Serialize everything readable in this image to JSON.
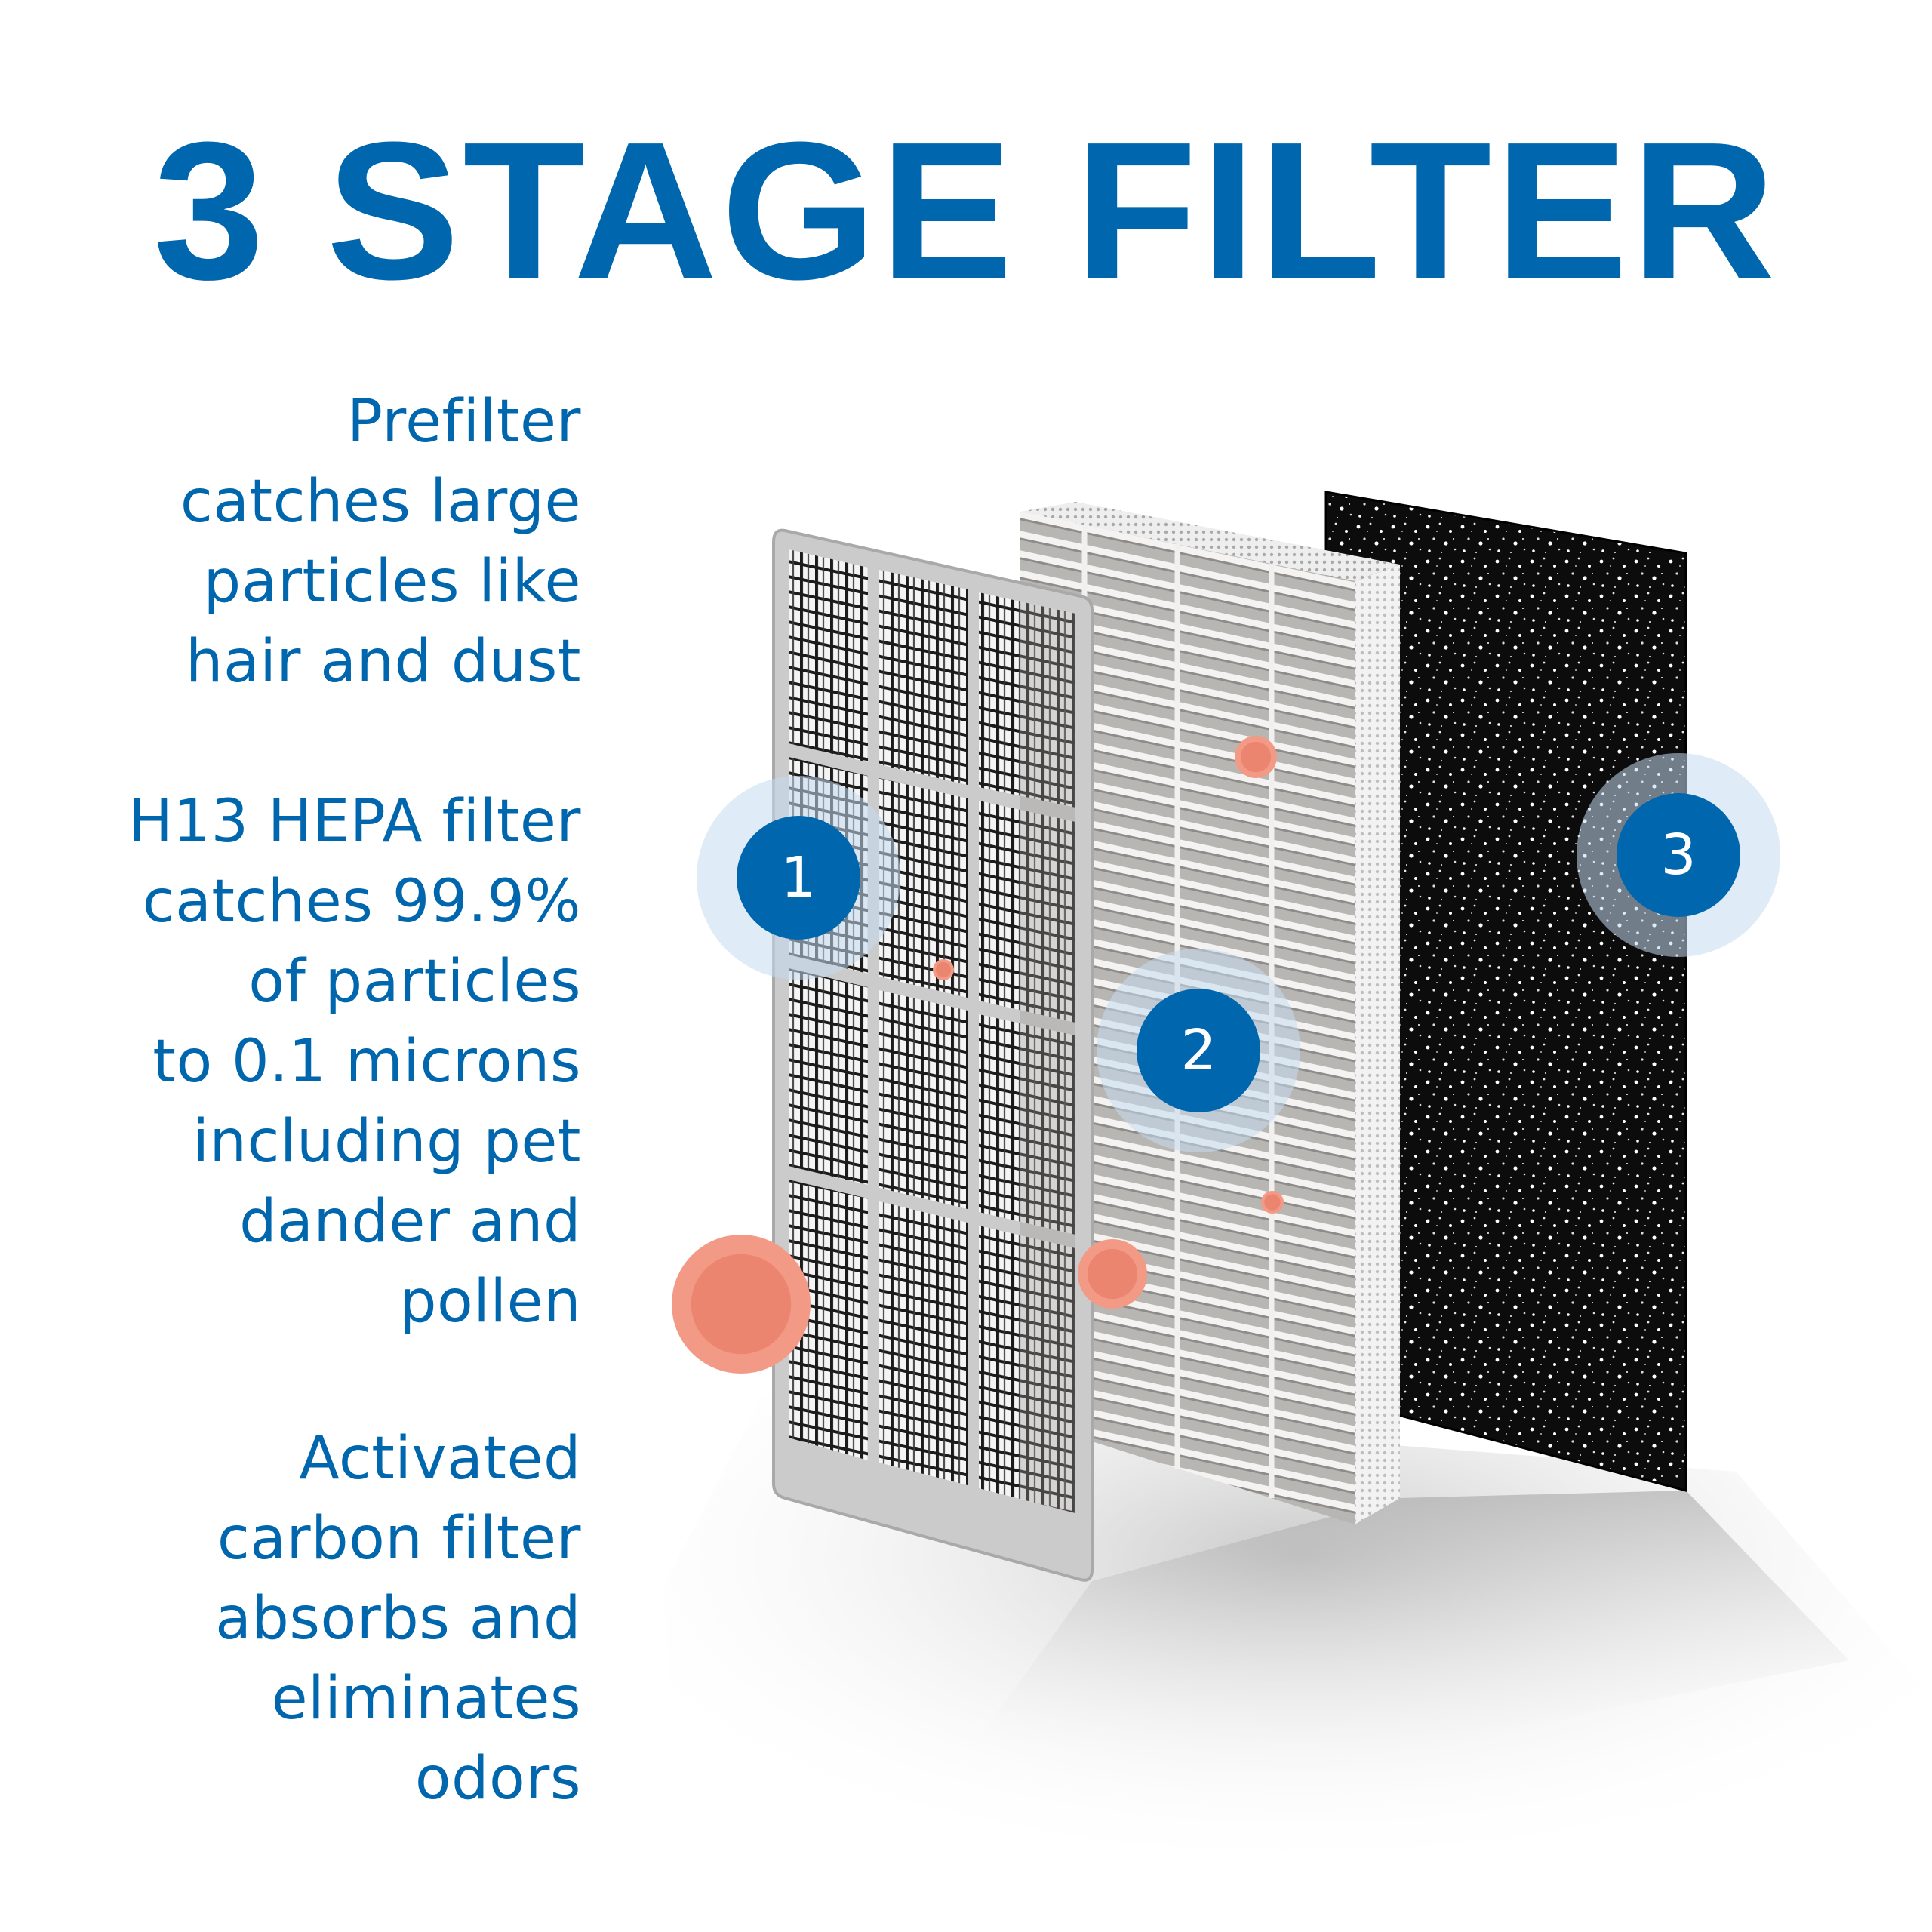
{
  "header": {
    "title": "3 STAGE FILTER"
  },
  "colors": {
    "brand_blue": "#0066ad",
    "halo_blue": "#c4daee",
    "prefilter_frame": "#c9c9c9",
    "hepa_media": "#d8d6d3",
    "carbon": "#0d0d0d",
    "pollen": "#f2907c",
    "background": "#ffffff"
  },
  "stages": [
    {
      "number": "1",
      "name": "Prefilter",
      "description_lines": [
        "Prefilter",
        "catches large",
        "particles like",
        "hair and dust"
      ]
    },
    {
      "number": "2",
      "name": "H13 HEPA filter",
      "description_lines": [
        "H13 HEPA filter",
        "catches 99.9%",
        "of particles",
        "to 0.1 microns",
        "including pet",
        "dander and",
        "pollen"
      ]
    },
    {
      "number": "3",
      "name": "Activated carbon filter",
      "description_lines": [
        "Activated",
        "carbon filter",
        "absorbs and",
        "eliminates",
        "odors"
      ]
    }
  ],
  "illustration": {
    "layers": [
      "prefilter-mesh-panel",
      "hepa-pleated-panel",
      "carbon-foam-panel"
    ],
    "particles": [
      "pollen-large",
      "pollen-small",
      "pollen-medium",
      "pollen-tiny-hepa",
      "pollen-tiny-lower"
    ]
  }
}
